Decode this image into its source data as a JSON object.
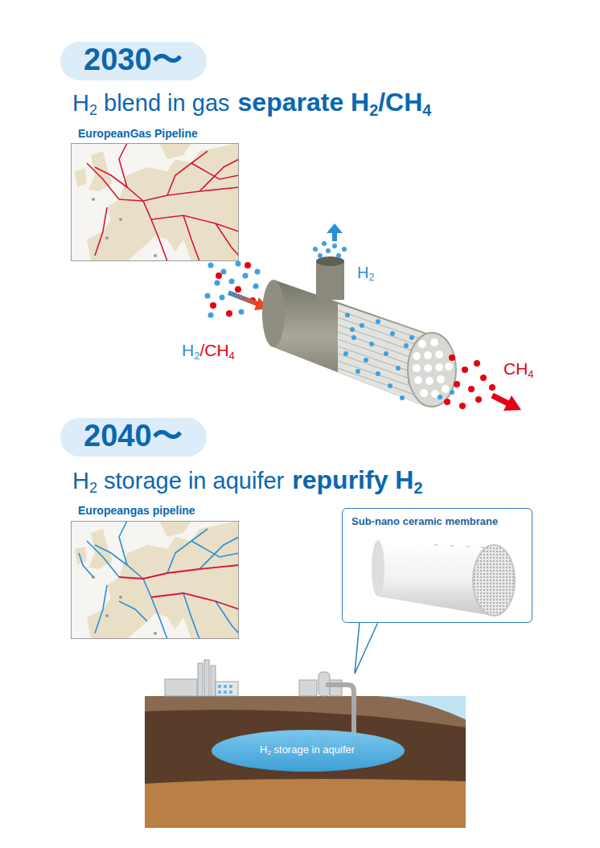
{
  "diagram": {
    "nodes": [
      {
        "text": [
          "2030〜"
        ]
      },
      {
        "text": [
          "2040〜"
        ]
      },
      {
        "text": [
          "Sub-nano ceramic membrane"
        ]
      },
      {
        "text": [
          "H2 storage in aquifer"
        ]
      }
    ],
    "labels": [
      "H2 blend in gas",
      "separate H2/CH4",
      "EuropeanGas Pipeline",
      "H2",
      "H2/CH4",
      "CH4",
      "H2 storage in aquifer",
      "repurify H2",
      "Europeangas pipeline"
    ]
  }
}
